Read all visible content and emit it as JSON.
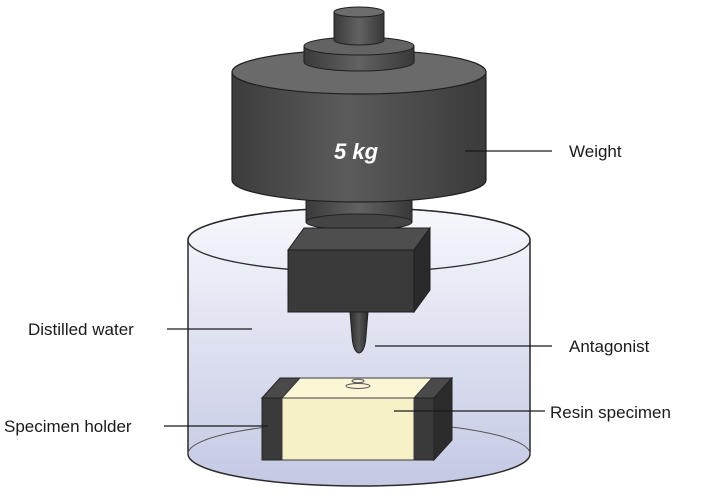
{
  "weight_value": "5 kg",
  "labels": {
    "weight": "Weight",
    "distilled_water": "Distilled water",
    "antagonist": "Antagonist",
    "specimen_holder": "Specimen holder",
    "resin_specimen": "Resin specimen"
  },
  "colors": {
    "metal_dark": "#3b3b3b",
    "metal_mid": "#5a5a5a",
    "metal_light": "#6e6e6e",
    "water_top": "#f4f5fb",
    "water_bottom": "#c8cde6",
    "resin": "#f7f1c8",
    "holder": "#3a3a3a"
  }
}
